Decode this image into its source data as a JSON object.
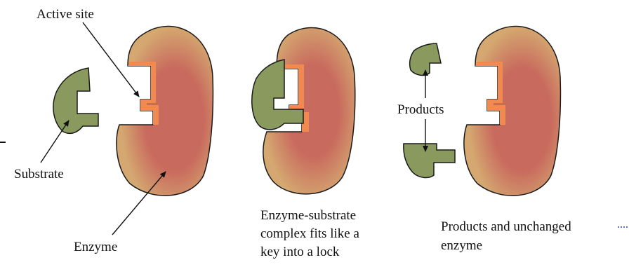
{
  "labels": {
    "active_site": "Active site",
    "substrate": "Substrate",
    "enzyme": "Enzyme",
    "products": "Products",
    "complex_line1": "Enzyme-substrate",
    "complex_line2": "complex fits like a",
    "complex_line3": "key into a lock",
    "result_line1": "Products and unchanged",
    "result_line2": "enzyme"
  },
  "colors": {
    "enzyme_base": "#d4a870",
    "enzyme_core": "#c96a5e",
    "active_site_rim": "#f08a50",
    "substrate": "#8a9a5e",
    "outline": "#1a1a1a"
  }
}
